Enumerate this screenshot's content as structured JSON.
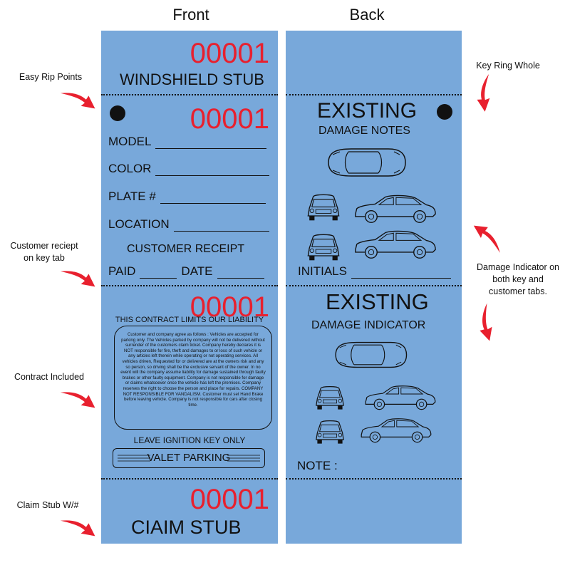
{
  "headings": {
    "front": "Front",
    "back": "Back"
  },
  "ticket_number": "00001",
  "front": {
    "windshield_stub": "WINDSHIELD STUB",
    "fields": [
      "MODEL",
      "COLOR",
      "PLATE #",
      "LOCATION"
    ],
    "customer_receipt": "CUSTOMER RECEIPT",
    "paid": "PAID",
    "date": "DATE",
    "contract_title": "THIS CONTRACT LIMITS OUR LIABILITY",
    "contract_text": "Customer and company agree as follows : Vehicles are accepted for parking only. The Vehicles parked by company will not be delivered without surrender of the customers claim ticket. Company hereby declares it is NOT responsible for fire, theft and damages to or loss of such vehicle or any articles left therein while operating or not operating services. All vehicles driven, Requested for or delivered are at the owners risk and any so person, so driving shall be the exclusive servant of the owner. In no event will the company assume liability for damage sustained through faulty brakes or other faulty equipment. Company is not responsible for damage or claims whatsoever once the vehicle has left the premises. Company reserves the right to choose the person and place for repairs. COMPANY NOT RESPONSIBLE FOR VANDALISM. Customer must set Hand Brake before leaving vehicle. Company is not responsible for cars after closing time.",
    "leave_key": "LEAVE IGNITION KEY ONLY",
    "valet_parking": "VALET PARKING",
    "claim_stub": "CIAIM STUB"
  },
  "back": {
    "existing": "EXISTING",
    "damage_notes": "DAMAGE NOTES",
    "initials": "INITIALS",
    "damage_indicator": "DAMAGE INDICATOR",
    "note": "NOTE :"
  },
  "callouts": {
    "easy_rip": "Easy Rip Points",
    "customer_receipt_tab": "Customer reciept on key tab",
    "contract": "Contract Included",
    "claim_stub": "Claim Stub W/#",
    "key_ring": "Key Ring Whole",
    "damage_indicator": "Damage Indicator on both key and customer tabs."
  },
  "colors": {
    "tag": "#78a8da",
    "number": "#e8202e",
    "arrow": "#e8202e"
  }
}
